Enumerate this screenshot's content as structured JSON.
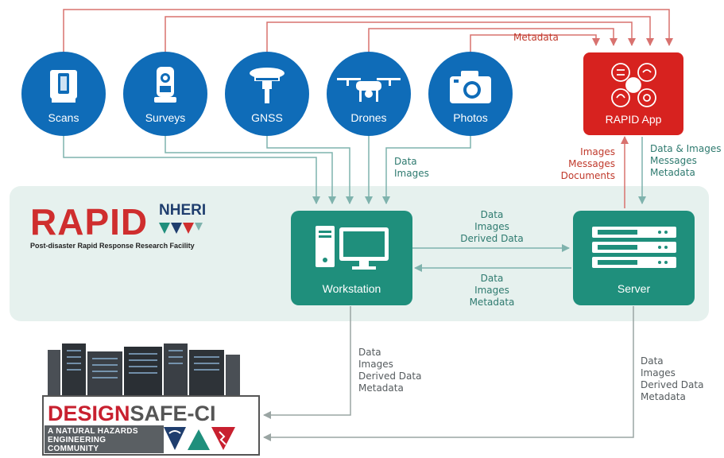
{
  "colors": {
    "blue": "#0f6cb8",
    "teal": "#1f8f7c",
    "red": "#d7221f",
    "panel": "#e6f1ee",
    "line_teal": "#7fb3ad",
    "line_red": "#d8726f"
  },
  "sources": [
    {
      "label": "Scans",
      "icon": "laser-scanner-icon"
    },
    {
      "label": "Surveys",
      "icon": "total-station-icon"
    },
    {
      "label": "GNSS",
      "icon": "gnss-receiver-icon"
    },
    {
      "label": "Drones",
      "icon": "drone-icon"
    },
    {
      "label": "Photos",
      "icon": "camera-icon"
    }
  ],
  "rapid_app": {
    "label": "RAPID App"
  },
  "workstation": {
    "label": "Workstation"
  },
  "server": {
    "label": "Server"
  },
  "rapid_logo": {
    "name": "RAPID",
    "badge": "NHERI",
    "subtitle": "Post-disaster Rapid Response Research Facility"
  },
  "designsafe": {
    "name_part1": "DESIGN",
    "name_part2": "SAFE-CI",
    "subtitle": "A NATURAL HAZARDS ENGINEERING COMMUNITY"
  },
  "edge_labels": {
    "metadata_top": "Metadata",
    "photos_to_workstation": [
      "Data",
      "Images"
    ],
    "server_to_app": [
      "Images",
      "Messages",
      "Documents"
    ],
    "app_to_server": [
      "Data & Images",
      "Messages",
      "Metadata"
    ],
    "workstation_to_server": [
      "Data",
      "Images",
      "Derived Data"
    ],
    "server_to_workstation": [
      "Data",
      "Images",
      "Metadata"
    ],
    "workstation_to_designsafe": [
      "Data",
      "Images",
      "Derived Data",
      "Metadata"
    ],
    "server_to_designsafe": [
      "Data",
      "Images",
      "Derived Data",
      "Metadata"
    ]
  }
}
